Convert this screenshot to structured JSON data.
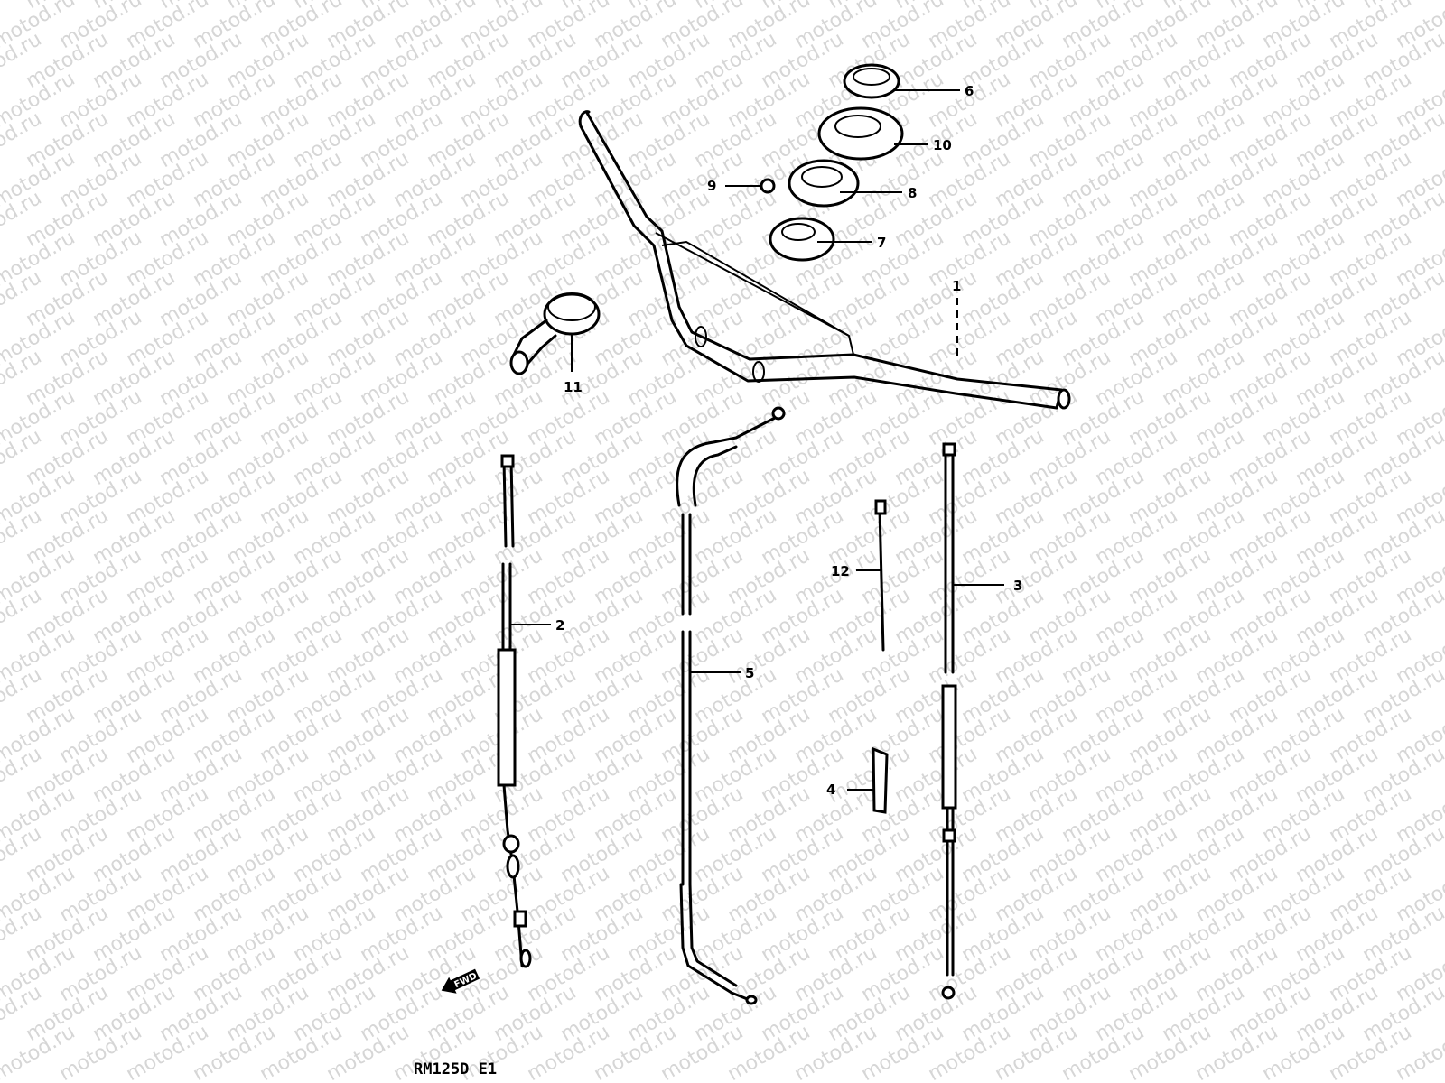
{
  "watermark": {
    "text": "motod.ru"
  },
  "callouts": {
    "c1": "1",
    "c2": "2",
    "c3": "3",
    "c4": "4",
    "c5": "5",
    "c6": "6",
    "c7": "7",
    "c8": "8",
    "c9": "9",
    "c10": "10",
    "c11": "11",
    "c12": "12"
  },
  "direction_arrow": {
    "label": "FWD"
  },
  "footer": {
    "model_code": "RM125D E1"
  },
  "colors": {
    "line": "#000000",
    "background": "#ffffff",
    "watermark": "#d6d6d6"
  }
}
